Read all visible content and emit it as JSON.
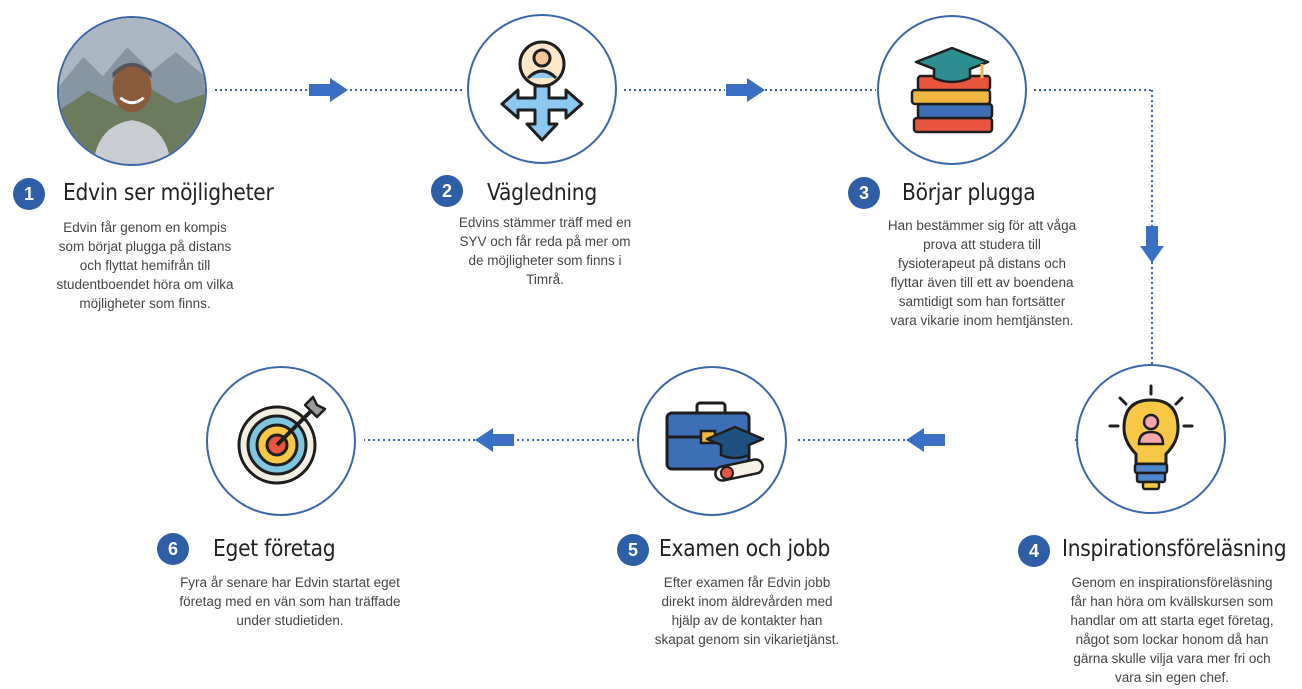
{
  "colors": {
    "accent": "#3a67ab",
    "badge": "#2d5ea6",
    "arrow": "#3a6fc4"
  },
  "steps": [
    {
      "number": "1",
      "title": "Edvin ser möjligheter",
      "icon": "person-photo",
      "description": "Edvin får genom en kompis\nsom börjat plugga på distans\noch flyttat hemifrån till\nstudentboendet höra om vilka\nmöjligheter som finns."
    },
    {
      "number": "2",
      "title": "Vägledning",
      "icon": "guidance-person-arrows-icon",
      "description": "Edvins stämmer träff med en\nSYV och får reda på mer om\nde möjligheter som finns i\nTimrå."
    },
    {
      "number": "3",
      "title": "Börjar plugga",
      "icon": "books-graduation-cap-icon",
      "description": "Han bestämmer sig för att våga\nprova att studera till\nfysioterapeut på distans och\nflyttar även till ett av boendena\nsamtidigt som han fortsätter\nvara vikarie inom hemtjänsten."
    },
    {
      "number": "4",
      "title": "Inspirationsföreläsning",
      "icon": "lightbulb-person-icon",
      "description": "Genom en inspirationsföreläsning\nfår han höra om kvällskursen som\nhandlar om att starta eget företag,\nnågot som lockar honom då han\ngärna skulle vilja vara mer fri och\nvara sin egen chef."
    },
    {
      "number": "5",
      "title": "Examen och jobb",
      "icon": "briefcase-diploma-icon",
      "description": "Efter examen får Edvin jobb\ndirekt inom äldrevården med\nhjälp av de kontakter han\nskapat genom sin vikarietjänst."
    },
    {
      "number": "6",
      "title": "Eget företag",
      "icon": "target-arrow-icon",
      "description": "Fyra år senare har Edvin startat eget\nföretag med en vän som han träffade\nunder studietiden."
    }
  ]
}
